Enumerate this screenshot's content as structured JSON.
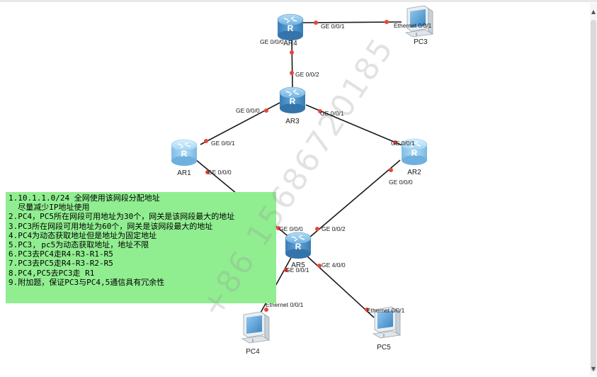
{
  "colors": {
    "router_body": "#4f93c9",
    "router_top": "#8cc3ea",
    "link": "#1a1a1a",
    "port_dot": "#e8463c",
    "note_bg": "#90ee90"
  },
  "devices": {
    "ar4": {
      "label": "AR4",
      "icon": "router-icon",
      "router_letter": "R"
    },
    "ar3": {
      "label": "AR3",
      "icon": "router-icon",
      "router_letter": "R"
    },
    "ar1": {
      "label": "AR1",
      "icon": "router-icon",
      "router_letter": "R"
    },
    "ar2": {
      "label": "AR2",
      "icon": "router-icon",
      "router_letter": "R"
    },
    "ar5": {
      "label": "AR5",
      "icon": "router-icon",
      "router_letter": "R"
    },
    "pc3": {
      "label": "PC3",
      "icon": "pc-icon"
    },
    "pc4": {
      "label": "PC4",
      "icon": "pc-icon"
    },
    "pc5": {
      "label": "PC5",
      "icon": "pc-icon"
    }
  },
  "ports": {
    "ar4_ge001": "GE 0/0/1",
    "pc3_eth": "Ethernet 0/0/1",
    "ar4_ge000": "GE 0/0/0",
    "ar3_ge002": "GE 0/0/2",
    "ar3_ge000": "GE 0/0/0",
    "ar3_ge001": "GE 0/0/1",
    "ar1_ge001": "GE 0/0/1",
    "ar2_ge001": "GE 0/0/1",
    "ar1_ge000": "GE 0/0/0",
    "ar2_ge000": "GE 0/0/0",
    "ar5_ge000": "GE 0/0/0",
    "ar5_ge002": "GE 0/0/2",
    "ar5_ge001": "GE 0/0/1",
    "ar5_ge400": "GE 4/0/0",
    "pc4_eth": "Ethernet 0/0/1",
    "pc5_eth": "Ethernet 0/0/1"
  },
  "requirements": [
    "1.10.1.1.0/24 全网使用该网段分配地址",
    "  尽量减少IP地址使用",
    "2.PC4，PC5所在网段可用地址为30个，网关是该网段最大的地址",
    "3.PC3所在网段可用地址为60个，网关是该网段最大的地址",
    "4.PC4为动态获取地址但是地址为固定地址",
    "5.PC3, pc5为动态获取地址，地址不限",
    "6.PC3去PC4走R4-R3-R1-R5",
    "7.PC3去PC5走R4-R3-R2-R5",
    "8.PC4,PC5去PC3走 R1",
    "9.附加题，保证PC3与PC4,5通信具有冗余性"
  ],
  "watermark": "+86 15686720185"
}
